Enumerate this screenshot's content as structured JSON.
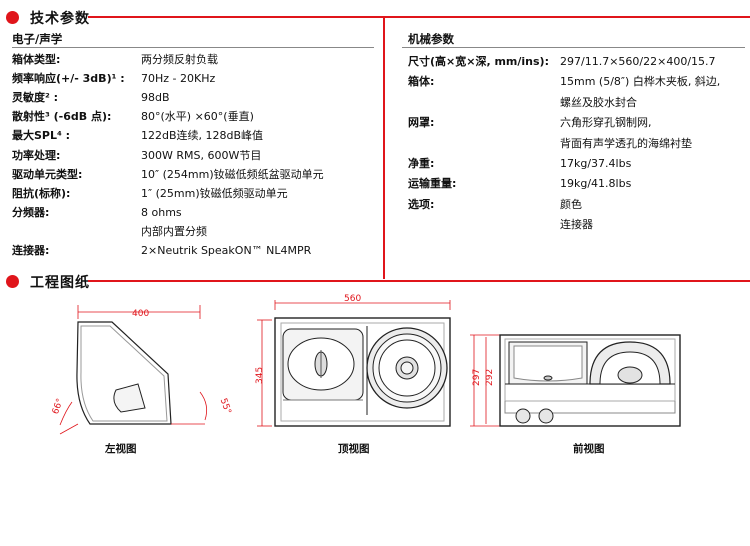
{
  "sections": {
    "tech_title": "技术参数",
    "drawings_title": "工程图纸"
  },
  "left": {
    "title": "电子/声学",
    "rows": [
      {
        "label": "箱体类型:",
        "value": "两分频反射负载"
      },
      {
        "label": "频率响应(+/- 3dB)¹ :",
        "value": "70Hz - 20KHz"
      },
      {
        "label": "灵敏度² :",
        "value": "98dB"
      },
      {
        "label": "散射性³ (-6dB 点):",
        "value": "80°(水平) ×60°(垂直)"
      },
      {
        "label": "最大SPL⁴ :",
        "value": "122dB连续, 128dB峰值"
      },
      {
        "label": "功率处理:",
        "value": "300W RMS, 600W节目"
      },
      {
        "label": "驱动单元类型:",
        "value": "10″ (254mm)钕磁低频纸盆驱动单元"
      },
      {
        "label": "阻抗(标称):",
        "value": "1″ (25mm)钕磁低频驱动单元"
      },
      {
        "label": "分频器:",
        "value": "8 ohms"
      },
      {
        "label": "",
        "value": "内部内置分频"
      },
      {
        "label": "连接器:",
        "value": "2×Neutrik SpeakON™ NL4MPR"
      }
    ]
  },
  "right": {
    "title": "机械参数",
    "rows": [
      {
        "label": "尺寸(高×宽×深, mm/ins):",
        "value": "297/11.7×560/22×400/15.7"
      },
      {
        "label": "箱体:",
        "value": "15mm (5/8″) 白桦木夹板, 斜边,"
      },
      {
        "label": "",
        "value": "螺丝及胶水封合"
      },
      {
        "label": "网罩:",
        "value": "六角形穿孔钢制网,"
      },
      {
        "label": "",
        "value": "背面有声学透孔的海绵衬垫"
      },
      {
        "label": "净重:",
        "value": "17kg/37.4lbs"
      },
      {
        "label": "运输重量:",
        "value": "19kg/41.8lbs"
      },
      {
        "label": "选项:",
        "value": "颜色"
      },
      {
        "label": "",
        "value": "连接器"
      }
    ]
  },
  "drawings": {
    "side": {
      "caption": "左视图",
      "width_dim": "400",
      "angle_left": "66°",
      "angle_right": "55°"
    },
    "top": {
      "caption": "顶视图",
      "width_dim": "560",
      "height_dim": "345"
    },
    "front": {
      "caption": "前视图",
      "height_dim_outer": "297",
      "height_dim_inner": "292"
    }
  },
  "colors": {
    "accent": "#e0151b"
  }
}
